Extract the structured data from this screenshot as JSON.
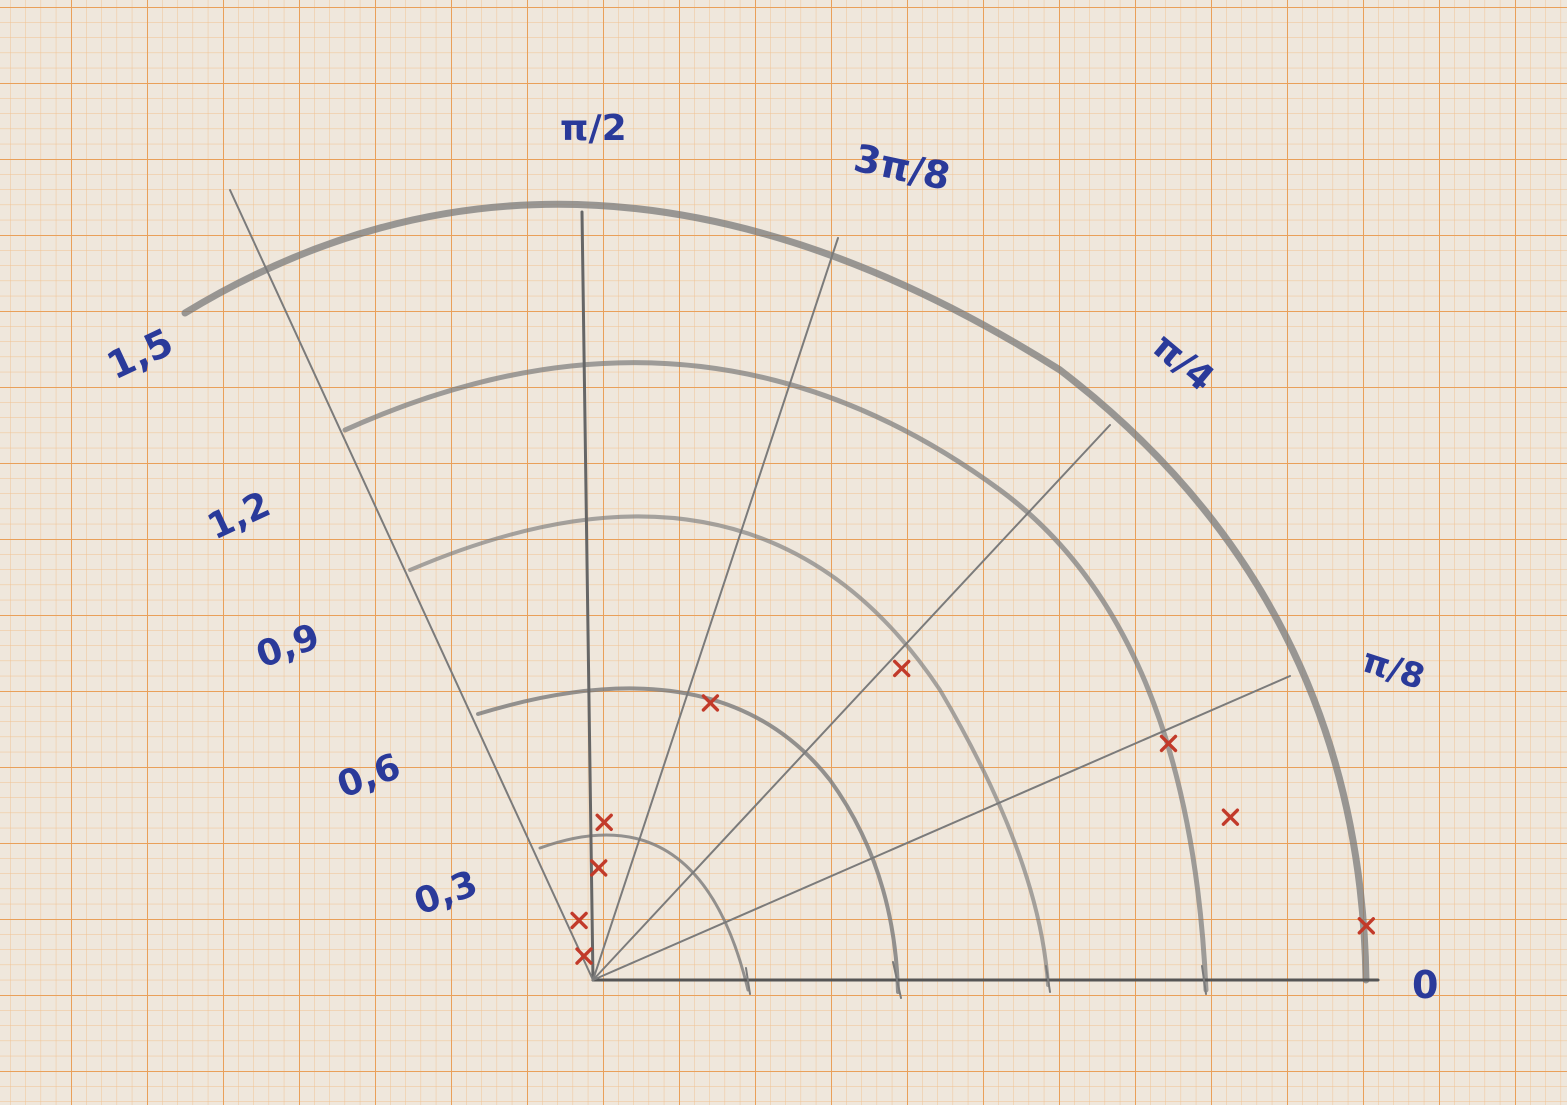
{
  "diagram": {
    "angle_labels": {
      "zero": "0",
      "pi_8": "π/8",
      "pi_4": "π/4",
      "three_pi_8": "3π/8",
      "pi_2": "π/2"
    },
    "radius_labels": [
      "0,3",
      "0,6",
      "0,9",
      "1,2",
      "1,5"
    ],
    "colors": {
      "paper": "#efe7dc",
      "grid_major": "#e9a05a",
      "grid_minor": "#f0c08e",
      "pencil": "#7b7b7b",
      "ink": "#2a3a9a",
      "red_marks": "#c23a2a"
    },
    "plotted_points_polar": [
      {
        "r": 0.05,
        "theta": 1.93
      },
      {
        "r": 0.12,
        "theta": 1.8
      },
      {
        "r": 0.22,
        "theta": 1.52
      },
      {
        "r": 0.31,
        "theta": 1.5
      },
      {
        "r": 0.59,
        "theta": 1.17
      },
      {
        "r": 0.86,
        "theta": 0.79
      },
      {
        "r": 1.22,
        "theta": 0.39
      },
      {
        "r": 1.29,
        "theta": 0.25
      },
      {
        "r": 1.52,
        "theta": 0.07
      }
    ]
  }
}
